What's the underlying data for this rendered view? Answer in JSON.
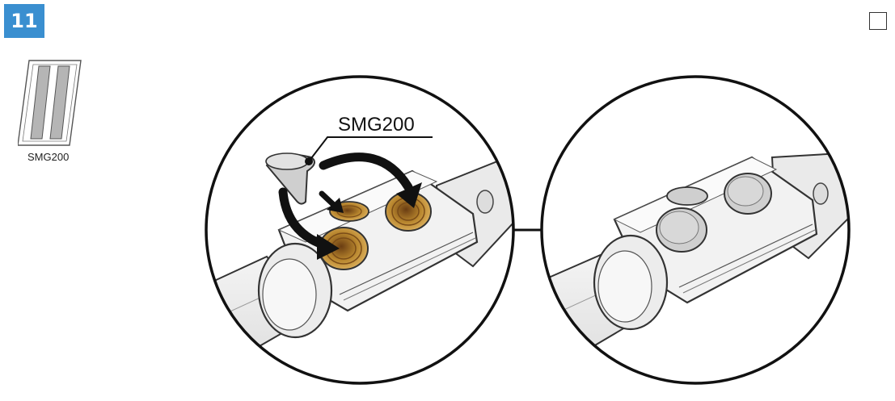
{
  "step": {
    "number": "11"
  },
  "part": {
    "label": "SMG200"
  },
  "callout": {
    "label": "SMG200"
  },
  "colors": {
    "accent": "#3a8fd0",
    "brass": "#b8862e",
    "grease": "#c8c8c8",
    "line": "#111111"
  },
  "icons": {
    "checkbox": "empty-checkbox-icon",
    "part": "grease-sachet-icon",
    "funnel": "grease-funnel-icon"
  }
}
